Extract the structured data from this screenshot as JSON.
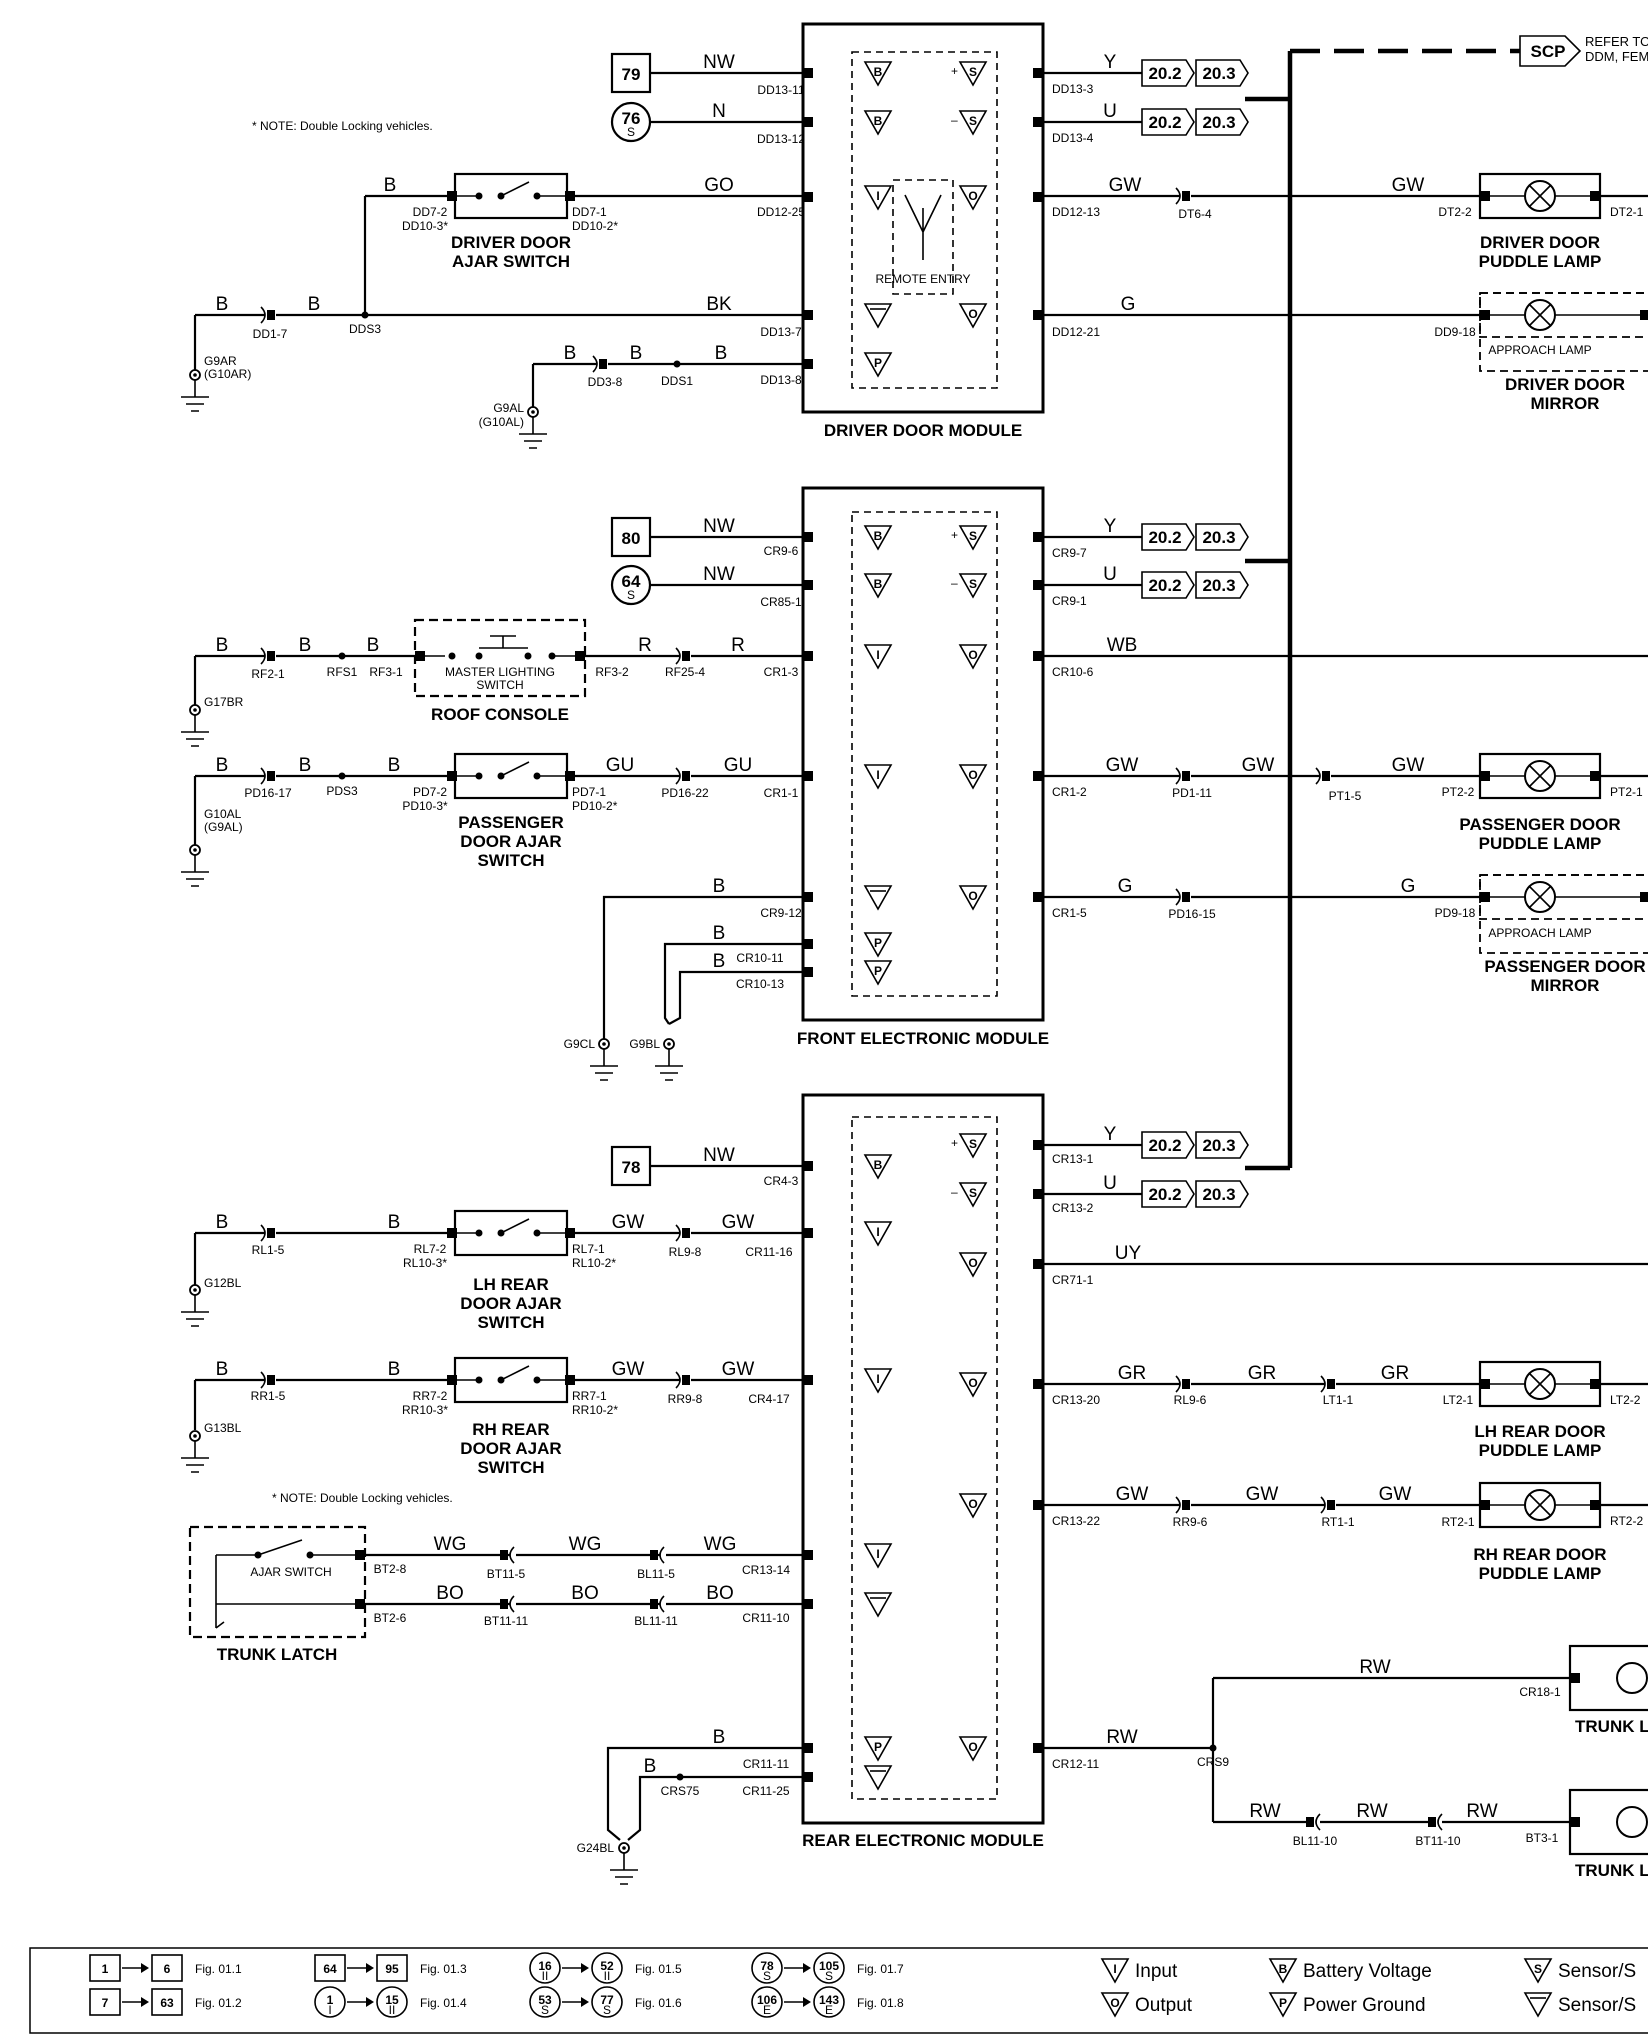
{
  "modules": [
    {
      "name": "DRIVER DOOR MODULE",
      "inner": "REMOTE ENTRY"
    },
    {
      "name": "FRONT ELECTRONIC MODULE"
    },
    {
      "name": "REAR ELECTRONIC MODULE"
    }
  ],
  "notes": {
    "top": "* NOTE: Double Locking vehicles.",
    "mid": "* NOTE: Double Locking vehicles."
  },
  "scp": {
    "label": "SCP",
    "text1": "REFER TO F",
    "text2": "DDM, FEM A"
  },
  "ref_boxes": {
    "a": "20.2",
    "b": "20.3"
  },
  "pin_symbols": {
    "in": "I",
    "out": "O",
    "bat": "B",
    "pwr": "P",
    "sp": "S",
    "sm": "S"
  },
  "components": {
    "ddajar": [
      "DRIVER DOOR",
      "AJAR SWITCH"
    ],
    "ddpuddle": [
      "DRIVER DOOR",
      "PUDDLE LAMP"
    ],
    "ddmirror": [
      "DRIVER DOOR",
      "MIRROR"
    ],
    "approach": "APPROACH LAMP",
    "mls": [
      "MASTER LIGHTING",
      "SWITCH"
    ],
    "roof": "ROOF CONSOLE",
    "pdajar": [
      "PASSENGER",
      "DOOR AJAR",
      "SWITCH"
    ],
    "pdpuddle": [
      "PASSENGER DOOR",
      "PUDDLE LAMP"
    ],
    "pdmirror": [
      "PASSENGER DOOR",
      "MIRROR"
    ],
    "lhajar": [
      "LH REAR",
      "DOOR AJAR",
      "SWITCH"
    ],
    "rhajar": [
      "RH REAR",
      "DOOR AJAR",
      "SWITCH"
    ],
    "lhpuddle": [
      "LH REAR DOOR",
      "PUDDLE LAMP"
    ],
    "rhpuddle": [
      "RH REAR DOOR",
      "PUDDLE LAMP"
    ],
    "ajarsw": "AJAR SWITCH",
    "trunklatch": "TRUNK LATCH",
    "trunk1": "TRUNK L",
    "trunk2": "TRUNK LI"
  },
  "wire_labels": [
    "NW",
    "N",
    "GO",
    "BK",
    "B",
    "Y",
    "U",
    "GW",
    "G",
    "NW",
    "NW",
    "R",
    "WB",
    "GU",
    "UY",
    "GR",
    "WG",
    "BO",
    "RW"
  ],
  "legend": {
    "rows": [
      {
        "a": "1",
        "b": "6",
        "fig": "Fig. 01.1"
      },
      {
        "a": "7",
        "b": "63",
        "fig": "Fig. 01.2"
      },
      {
        "a": "64",
        "b": "95",
        "fig": "Fig. 01.3"
      },
      {
        "a": "1",
        "b": "15",
        "fig": "Fig. 01.4"
      },
      {
        "a": "16",
        "b": "52",
        "fig": "Fig. 01.5"
      },
      {
        "a": "53",
        "b": "77",
        "fig": "Fig. 01.6"
      },
      {
        "a": "78",
        "b": "105",
        "fig": "Fig. 01.7"
      },
      {
        "a": "106",
        "b": "143",
        "fig": "Fig. 01.8"
      }
    ],
    "subs": {
      "row4": "I",
      "row4b": "II",
      "r5a": "II",
      "r5b": "II",
      "r6a": "S",
      "r6b": "S",
      "r7a": "S",
      "r7b": "S",
      "r8a": "E",
      "r8b": "E"
    },
    "keys": [
      "Input",
      "Output",
      "Battery Voltage",
      "Power Ground",
      "Sensor/S",
      "Sensor/S"
    ]
  },
  "labels": {
    "n79": "79",
    "n76": "76",
    "n80": "80",
    "n64": "64",
    "n78": "78",
    "s": "S",
    "dd13_11": "DD13-11",
    "dd13_12": "DD13-12",
    "dd12_25": "DD12-25",
    "dd13_7": "DD13-7",
    "dd13_8": "DD13-8",
    "dd13_3": "DD13-3",
    "dd13_4": "DD13-4",
    "dd12_13": "DD12-13",
    "dd12_21": "DD12-21",
    "dd7_2": "DD7-2",
    "dd10_3": "DD10-3*",
    "dd7_1": "DD7-1",
    "dd10_2": "DD10-2*",
    "dd1_7": "DD1-7",
    "dds3": "DDS3",
    "g9ar": "G9AR",
    "g10ar": "(G10AR)",
    "dd3_8": "DD3-8",
    "dds1": "DDS1",
    "g9al": "G9AL",
    "g10al_p": "(G10AL)",
    "dt6_4": "DT6-4",
    "dt2_2": "DT2-2",
    "dt2_1": "DT2-1",
    "dd9_18": "DD9-18",
    "cr9_6": "CR9-6",
    "cr85_1": "CR85-1",
    "cr1_3": "CR1-3",
    "cr1_1": "CR1-1",
    "cr9_12": "CR9-12",
    "cr10_11": "CR10-11",
    "cr10_13": "CR10-13",
    "cr9_7": "CR9-7",
    "cr9_1": "CR9-1",
    "cr10_6": "CR10-6",
    "cr1_2": "CR1-2",
    "cr1_5": "CR1-5",
    "rf2_1": "RF2-1",
    "rfs1": "RFS1",
    "rf3_1": "RF3-1",
    "rf3_2": "RF3-2",
    "rf25_4": "RF25-4",
    "g17br": "G17BR",
    "pd16_17": "PD16-17",
    "pds3": "PDS3",
    "pd7_2": "PD7-2",
    "pd10_3": "PD10-3*",
    "pd7_1": "PD7-1",
    "pd10_2": "PD10-2*",
    "pd16_22": "PD16-22",
    "g10al": "G10AL",
    "g9al_p": "(G9AL)",
    "pd1_11": "PD1-11",
    "pt1_5": "PT1-5",
    "pt2_2": "PT2-2",
    "pt2_1": "PT2-1",
    "pd16_15": "PD16-15",
    "pd9_18": "PD9-18",
    "g9cl": "G9CL",
    "g9bl": "G9BL",
    "cr4_3": "CR4-3",
    "cr11_16": "CR11-16",
    "cr4_17": "CR4-17",
    "cr13_14": "CR13-14",
    "cr11_10": "CR11-10",
    "cr11_11": "CR11-11",
    "cr11_25": "CR11-25",
    "cr13_1": "CR13-1",
    "cr13_2": "CR13-2",
    "cr71_1": "CR71-1",
    "cr13_20": "CR13-20",
    "cr13_22": "CR13-22",
    "cr12_11": "CR12-11",
    "rl1_5": "RL1-5",
    "g12bl": "G12BL",
    "rl7_2": "RL7-2",
    "rl10_3": "RL10-3*",
    "rl7_1": "RL7-1",
    "rl10_2": "RL10-2*",
    "rl9_8": "RL9-8",
    "rr1_5": "RR1-5",
    "g13bl": "G13BL",
    "rr7_2": "RR7-2",
    "rr10_3": "RR10-3*",
    "rr7_1": "RR7-1",
    "rr10_2": "RR10-2*",
    "rr9_8": "RR9-8",
    "rl9_6": "RL9-6",
    "lt1_1": "LT1-1",
    "lt2_1": "LT2-1",
    "lt2_2": "LT2-2",
    "rr9_6": "RR9-6",
    "rt1_1": "RT1-1",
    "rt2_1": "RT2-1",
    "rt2_2": "RT2-2",
    "bt2_8": "BT2-8",
    "bt2_6": "BT2-6",
    "bt11_5": "BT11-5",
    "bl11_5": "BL11-5",
    "bt11_11": "BT11-11",
    "bl11_11": "BL11-11",
    "crs75": "CRS75",
    "g24bl": "G24BL",
    "crs9": "CRS9",
    "cr18_1": "CR18-1",
    "bl11_10": "BL11-10",
    "bt11_10": "BT11-10",
    "bt3_1": "BT3-1"
  }
}
